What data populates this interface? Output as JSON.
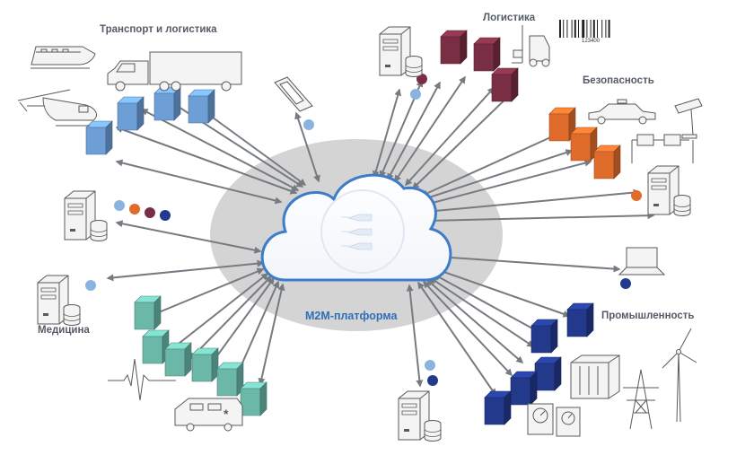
{
  "labels": {
    "transport": "Транспорт и логистика",
    "logistics": "Логистика",
    "security": "Безопасность",
    "industry": "Промышленность",
    "medicine": "Медицина",
    "platform": "M2M-платформа",
    "barcode": "123400"
  },
  "colors": {
    "cloud_halo": "#d4d4d4",
    "cloud_outline": "#3d7cc9",
    "arrow": "#767b82",
    "transport_devices": "#6d9fd6",
    "logistics_devices": "#7a2e43",
    "security_devices": "#e06c2c",
    "industry_devices": "#23398c",
    "medicine_devices": "#6bb7a8",
    "dot_blue": "#8ab3e0",
    "dot_orange": "#e06c2c",
    "dot_maroon": "#7a2e43",
    "dot_navy": "#23398c"
  }
}
